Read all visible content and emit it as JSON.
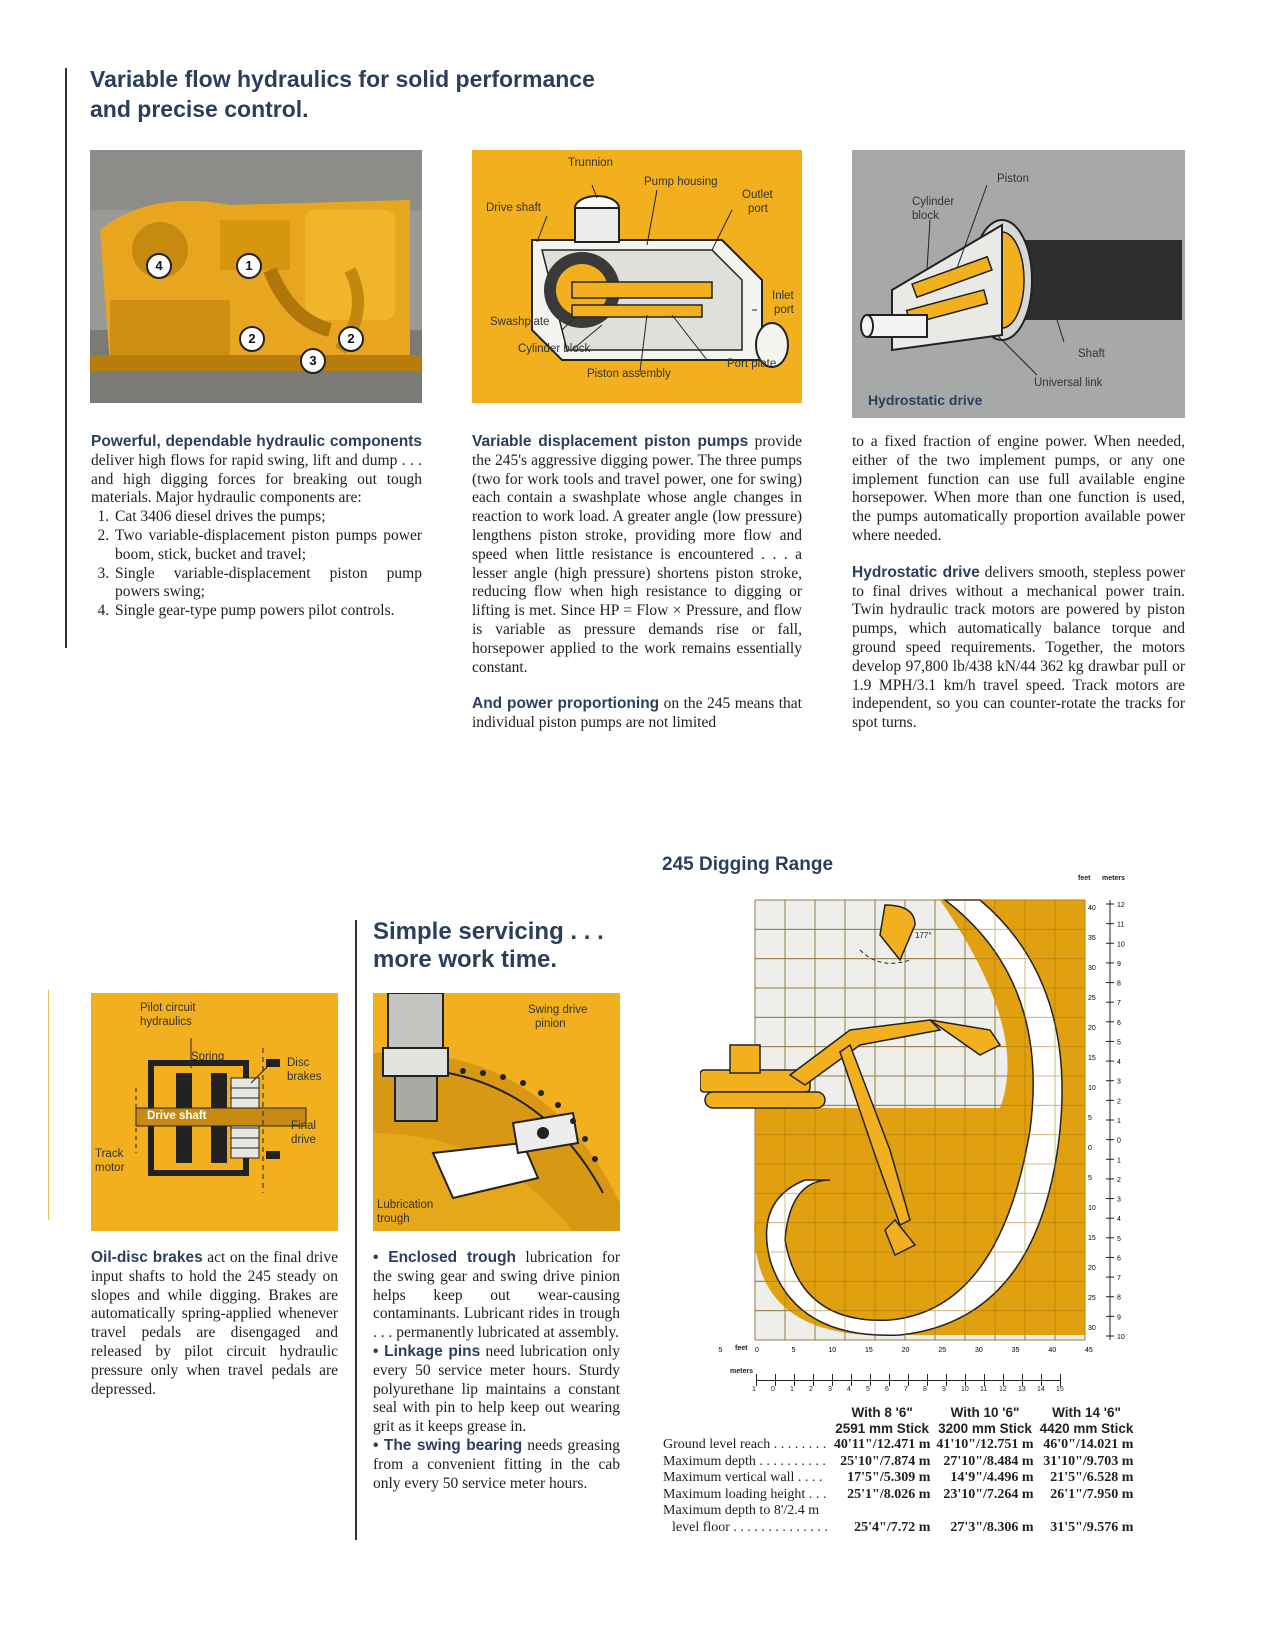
{
  "heading": {
    "line1": "Variable flow hydraulics for solid performance",
    "line2": "and precise control."
  },
  "engine_photo": {
    "badges": [
      "4",
      "1",
      "2",
      "3",
      "2"
    ]
  },
  "pump_diagram": {
    "labels": {
      "trunnion": "Trunnion",
      "pump_housing": "Pump housing",
      "drive_shaft": "Drive shaft",
      "outlet": "Outlet",
      "outlet2": "port",
      "inlet": "Inlet",
      "inlet2": "port",
      "swashplate": "Swashplate",
      "cylinder_block": "Cylinder block",
      "piston_assembly": "Piston assembly",
      "port_plate": "Port plate"
    }
  },
  "hydro_diagram": {
    "labels": {
      "piston": "Piston",
      "cylinder": "Cylinder",
      "block": "block",
      "shaft": "Shaft",
      "universal_link": "Universal link",
      "caption": "Hydrostatic drive"
    }
  },
  "col1": {
    "lead": "Powerful, dependable hydraulic components",
    "body": " deliver high flows for rapid swing, lift and dump . . . and high digging forces for breaking out tough materials. Major hydraulic components are:",
    "items": [
      "Cat 3406 diesel drives the pumps;",
      "Two variable-displacement piston pumps power boom, stick, bucket and travel;",
      "Single variable-displacement piston pump powers swing;",
      "Single gear-type pump powers pilot controls."
    ]
  },
  "col2": {
    "p1_lead": "Variable displacement piston pumps",
    "p1_body": " provide the 245's aggressive digging power. The three pumps (two for work tools and travel power, one for swing) each contain a swashplate whose angle changes in reaction to work load. A greater angle (low pressure) lengthens piston stroke, providing more flow and speed when little resistance is encountered . . . a lesser angle (high pressure) shortens piston stroke, reducing flow when high resistance to digging or lifting is met. Since HP = Flow × Pressure, and flow is variable as pressure demands rise or fall, horsepower applied to the work remains essentially constant.",
    "p2_lead": "And power proportioning",
    "p2_body": " on the 245 means that individual piston pumps are not limited"
  },
  "col3": {
    "p1": "to a fixed fraction of engine power. When needed, either of the two implement pumps, or any one implement function can use full available engine horsepower. When more than one function is used, the pumps automatically proportion available power where needed.",
    "p2_lead": "Hydrostatic drive",
    "p2_body": " delivers smooth, stepless power to final drives without a mechanical power train. Twin hydraulic track motors are powered by piston pumps, which automatically balance torque and ground speed requirements. Together, the motors develop 97,800 lb/438 kN/44 362 kg drawbar pull or 1.9 MPH/3.1 km/h travel speed. Track motors are independent, so you can counter-rotate the tracks for spot turns."
  },
  "servicing": {
    "title1": "Simple servicing . . .",
    "title2": "more work time.",
    "brake_labels": {
      "pilot1": "Pilot circuit",
      "pilot2": "hydraulics",
      "spring": "Spring",
      "disc1": "Disc",
      "disc2": "brakes",
      "drive_shaft": "Drive shaft",
      "final1": "Final",
      "final2": "drive",
      "track1": "Track",
      "track2": "motor"
    },
    "swing_labels": {
      "swing1": "Swing drive",
      "swing2": "pinion",
      "lub1": "Lubrication",
      "lub2": "trough"
    },
    "brakes_lead": "Oil-disc brakes",
    "brakes_body": " act on the final drive input shafts to hold the 245 steady on slopes and while digging. Brakes are automatically spring-applied whenever travel pedals are disengaged and released by pilot circuit hydraulic pressure only when travel pedals are depressed.",
    "b1_lead": "• Enclosed trough",
    "b1_body": " lubrication for the swing gear and swing drive pinion helps keep out wear-causing contaminants. Lubricant rides in trough . . . permanently lubricated at assembly.",
    "b2_lead": "• Linkage pins",
    "b2_body": " need lubrication only every 50 service meter hours. Sturdy polyurethane lip maintains a constant seal with pin to help keep out wearing grit as it keeps grease in.",
    "b3_lead": "• The swing bearing",
    "b3_body": " needs greasing from a convenient fitting in the cab only every 50 service meter hours."
  },
  "digging_range": {
    "title": "245 Digging Range",
    "feet_label": "feet",
    "meters_label": "meters",
    "angle_label": "177°",
    "axis_feet_top": [
      "40",
      "35",
      "30",
      "25",
      "20",
      "15",
      "10",
      "5",
      "0",
      "5",
      "10",
      "15",
      "20",
      "25",
      "30"
    ],
    "axis_meters_right": [
      "12",
      "11",
      "10",
      "9",
      "8",
      "7",
      "6",
      "5",
      "4",
      "3",
      "2",
      "1",
      "0",
      "1",
      "2",
      "3",
      "4",
      "5",
      "6",
      "7",
      "8",
      "9",
      "10"
    ],
    "axis_feet_bottom": [
      "5",
      "0",
      "5",
      "10",
      "15",
      "20",
      "25",
      "30",
      "35",
      "40",
      "45"
    ],
    "axis_meters_bottom": [
      "1",
      "0",
      "1",
      "2",
      "3",
      "4",
      "5",
      "6",
      "7",
      "8",
      "9",
      "10",
      "11",
      "12",
      "13",
      "14",
      "15"
    ]
  },
  "specs": {
    "headers": [
      {
        "line1": "With 8 '6\"",
        "line2": "2591 mm Stick"
      },
      {
        "line1": "With 10 '6\"",
        "line2": "3200 mm Stick"
      },
      {
        "line1": "With 14 '6\"",
        "line2": "4420 mm Stick"
      }
    ],
    "rows": [
      {
        "label": "Ground level reach . . . . . . . .",
        "values": [
          "40'11\"/12.471 m",
          "41'10\"/12.751 m",
          "46'0\"/14.021 m"
        ]
      },
      {
        "label": "Maximum depth . . . . . . . . . .",
        "values": [
          "25'10\"/7.874 m",
          "27'10\"/8.484 m",
          "31'10\"/9.703 m"
        ]
      },
      {
        "label": "Maximum vertical wall . . . .",
        "values": [
          "17'5\"/5.309 m",
          "14'9\"/4.496 m",
          "21'5\"/6.528 m"
        ]
      },
      {
        "label": "Maximum loading height . . .",
        "values": [
          "25'1\"/8.026 m",
          "23'10\"/7.264 m",
          "26'1\"/7.950 m"
        ]
      }
    ],
    "last_label1": "Maximum depth to 8'/2.4 m",
    "last_label2": "level floor . . . . . . . . . . . . . .",
    "last_values": [
      "25'4\"/7.72 m",
      "27'3\"/8.306 m",
      "31'5\"/9.576 m"
    ]
  }
}
